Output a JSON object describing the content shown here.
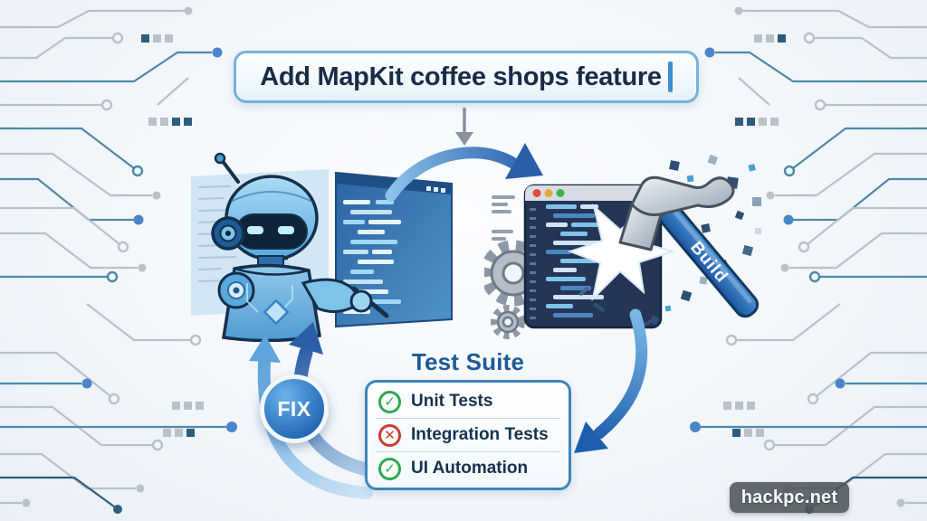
{
  "prompt": {
    "text": "Add MapKit coffee shops feature"
  },
  "flow": {
    "build_label": "Build",
    "fix_label": "FIX"
  },
  "test_suite": {
    "title": "Test Suite",
    "items": [
      {
        "label": "Unit Tests",
        "status": "pass"
      },
      {
        "label": "Integration Tests",
        "status": "fail"
      },
      {
        "label": "UI Automation",
        "status": "pass"
      }
    ]
  },
  "icons": {
    "pass_glyph": "✓",
    "fail_glyph": "✕"
  },
  "watermark": {
    "text": "hackpc.net"
  },
  "colors": {
    "accent_blue": "#2a65ae",
    "light_blue": "#74b2d8",
    "title_blue": "#1d5a96",
    "text_navy": "#16324f",
    "pass_green": "#2fa84f",
    "fail_red": "#cc3a30",
    "trace_gray": "#b9c1ca",
    "trace_teal": "#4e89a8"
  }
}
